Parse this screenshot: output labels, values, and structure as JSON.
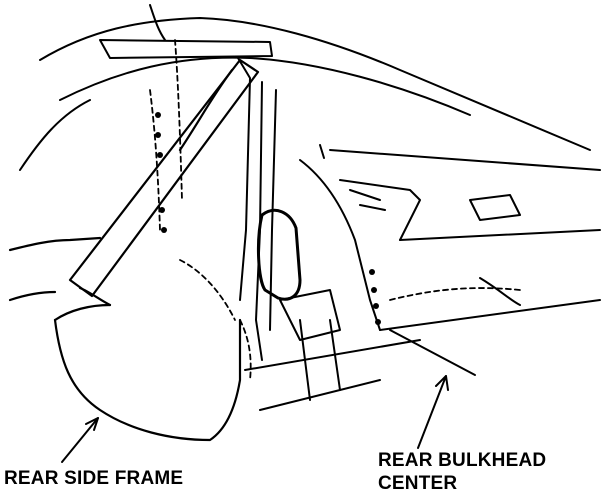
{
  "labels": {
    "rear_side_frame": "REAR SIDE FRAME",
    "rear_bulkhead_line1": "REAR BULKHEAD",
    "rear_bulkhead_line2": "CENTER"
  },
  "colors": {
    "ink": "#000000",
    "paper": "#ffffff"
  }
}
